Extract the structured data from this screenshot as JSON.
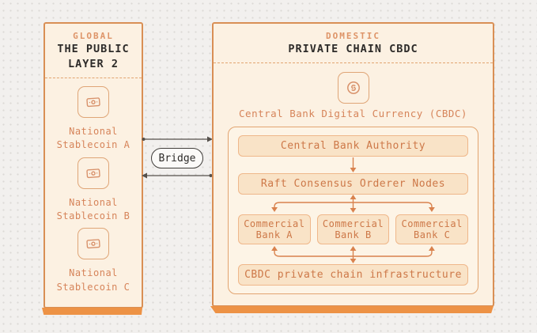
{
  "bridge": {
    "label": "Bridge"
  },
  "left_panel": {
    "header_top": "GLOBAL",
    "header_main": "THE PUBLIC LAYER 2",
    "items": [
      {
        "line1": "National",
        "line2": "Stablecoin A"
      },
      {
        "line1": "National",
        "line2": "Stablecoin B"
      },
      {
        "line1": "National",
        "line2": "Stablecoin C"
      }
    ]
  },
  "right_panel": {
    "header_top": "DOMESTIC",
    "header_main": "PRIVATE CHAIN CBDC",
    "cbdc_label": "Central Bank Digital Currency (CBDC)",
    "authority_box": "Central Bank Authority",
    "orderer_box": "Raft Consensus Orderer Nodes",
    "banks": [
      {
        "line1": "Commercial",
        "line2": "Bank A"
      },
      {
        "line1": "Commercial",
        "line2": "Bank B"
      },
      {
        "line1": "Commercial",
        "line2": "Bank C"
      }
    ],
    "infrastructure_box": "CBDC private chain infrastructure"
  },
  "icons": {
    "stablecoin": "banknote-icon",
    "cbdc": "coin-icon"
  },
  "colors": {
    "page_bg": "#f2f0ee",
    "panel_bg": "#fcf1e2",
    "panel_border": "#d98f55",
    "panel_shadow": "#ed9245",
    "box_bg": "#f9e3c7",
    "box_border": "#efb78a",
    "orange_text": "#cd7848",
    "accent_header": "#de9468",
    "dark_text": "#2d2b29",
    "arrow": "#d9824e",
    "bridge_line": "#55504b"
  }
}
